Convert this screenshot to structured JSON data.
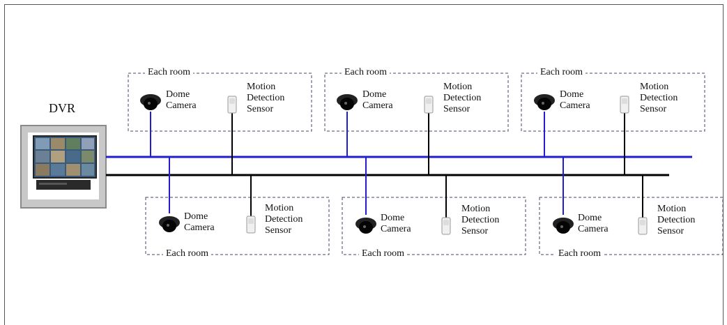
{
  "dvr": {
    "label": "DVR"
  },
  "room_label": "Each room",
  "camera_label": [
    "Dome",
    "Camera"
  ],
  "sensor_label": [
    "Motion",
    "Detection",
    "Sensor"
  ],
  "colors": {
    "video_line": "#1f1fcf",
    "sensor_line": "#000000",
    "room_border": "#333366"
  },
  "rooms": [
    {
      "row": "top",
      "title": "Each room",
      "camera": [
        "Dome",
        "Camera"
      ],
      "sensor": [
        "Motion",
        "Detection",
        "Sensor"
      ]
    },
    {
      "row": "top",
      "title": "Each room",
      "camera": [
        "Dome",
        "Camera"
      ],
      "sensor": [
        "Motion",
        "Detection",
        "Sensor"
      ]
    },
    {
      "row": "top",
      "title": "Each room",
      "camera": [
        "Dome",
        "Camera"
      ],
      "sensor": [
        "Motion",
        "Detection",
        "Sensor"
      ]
    },
    {
      "row": "bottom",
      "title": "Each room",
      "camera": [
        "Dome",
        "Camera"
      ],
      "sensor": [
        "Motion",
        "Detection",
        "Sensor"
      ]
    },
    {
      "row": "bottom",
      "title": "Each room",
      "camera": [
        "Dome",
        "Camera"
      ],
      "sensor": [
        "Motion",
        "Detection",
        "Sensor"
      ]
    },
    {
      "row": "bottom",
      "title": "Each room",
      "camera": [
        "Dome",
        "Camera"
      ],
      "sensor": [
        "Motion",
        "Detection",
        "Sensor"
      ]
    }
  ]
}
